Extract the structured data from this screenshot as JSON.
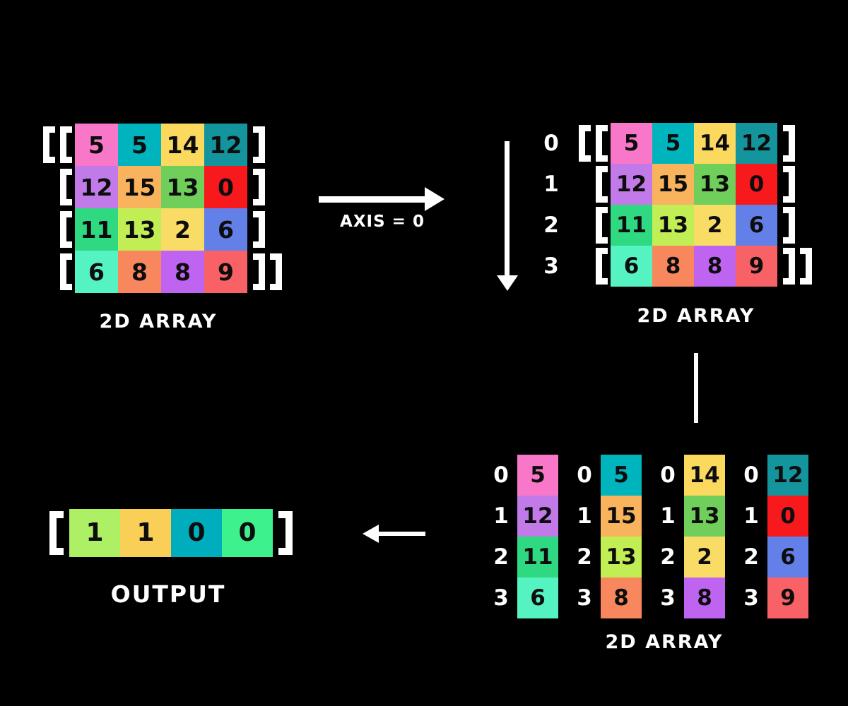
{
  "labels": {
    "array_top_left": "2D ARRAY",
    "array_top_right": "2D ARRAY",
    "array_columns": "2D ARRAY",
    "output": "OUTPUT",
    "axis": "AXIS = 0"
  },
  "indices": [
    "0",
    "1",
    "2",
    "3"
  ],
  "matrix": {
    "rows": [
      [
        {
          "v": "5",
          "c": "#f877c8"
        },
        {
          "v": "5",
          "c": "#00b4bd"
        },
        {
          "v": "14",
          "c": "#fbd95f"
        },
        {
          "v": "12",
          "c": "#14949c"
        }
      ],
      [
        {
          "v": "12",
          "c": "#c17ae8"
        },
        {
          "v": "15",
          "c": "#f9b35c"
        },
        {
          "v": "13",
          "c": "#6fcf5a"
        },
        {
          "v": "0",
          "c": "#f7191c"
        }
      ],
      [
        {
          "v": "11",
          "c": "#2fd981"
        },
        {
          "v": "13",
          "c": "#c2ee55"
        },
        {
          "v": "2",
          "c": "#f9dc66"
        },
        {
          "v": "6",
          "c": "#6380e8"
        }
      ],
      [
        {
          "v": "6",
          "c": "#55f2c2"
        },
        {
          "v": "8",
          "c": "#f8875e"
        },
        {
          "v": "8",
          "c": "#bf64f1"
        },
        {
          "v": "9",
          "c": "#f86266"
        }
      ]
    ]
  },
  "output": {
    "cells": [
      {
        "v": "1",
        "c": "#aef065"
      },
      {
        "v": "1",
        "c": "#f9cf58"
      },
      {
        "v": "0",
        "c": "#00adbc"
      },
      {
        "v": "0",
        "c": "#3df28d"
      }
    ]
  },
  "colors": {
    "background": "#000000",
    "text_on_cells": "#0d0d0d",
    "foreground": "#ffffff"
  }
}
